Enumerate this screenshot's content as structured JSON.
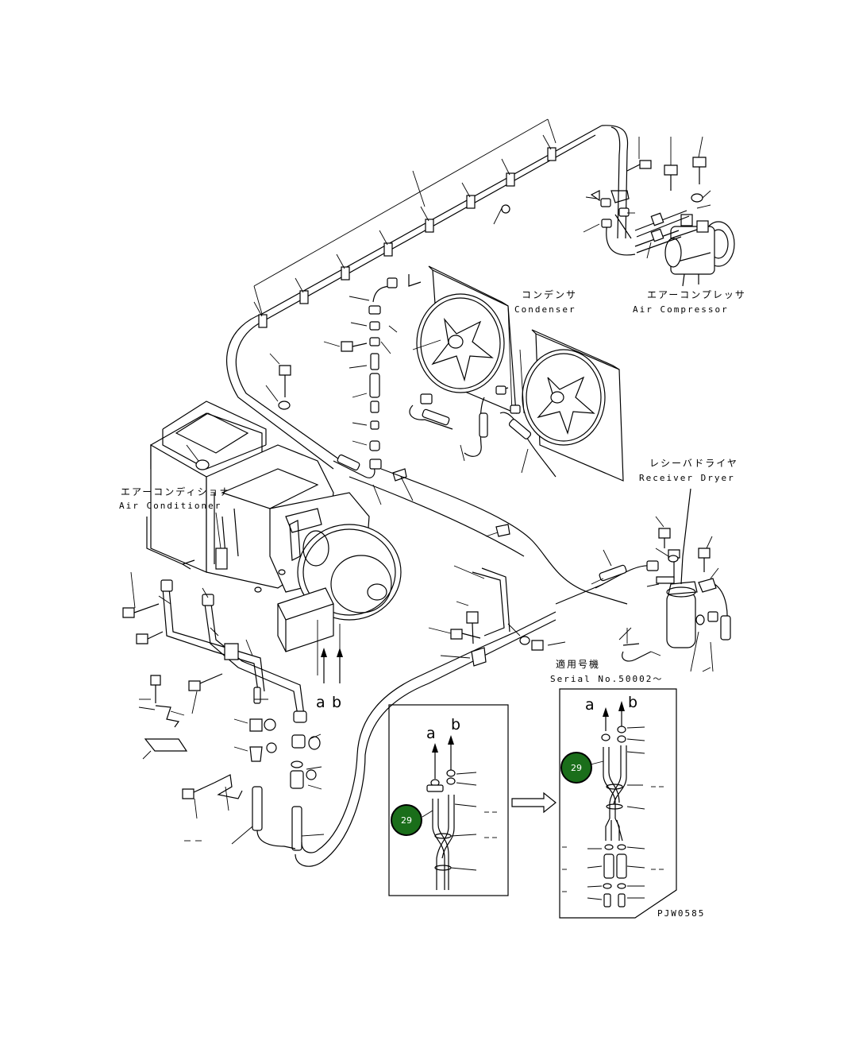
{
  "labels": {
    "condenser_jp": "コンデンサ",
    "condenser_en": "Condenser",
    "compressor_jp": "エアーコンプレッサ",
    "compressor_en": "Air Compressor",
    "receiver_jp": "レシーバドライヤ",
    "receiver_en": "Receiver Dryer",
    "aircon_jp": "エアーコンディショナ",
    "aircon_en": "Air Conditioner",
    "serial_jp": "適用号機",
    "serial_en": "Serial No.50002～",
    "drawing_code": "PJW0585"
  },
  "ports": {
    "a": "a",
    "b": "b"
  },
  "callouts": [
    {
      "number": "29",
      "color": "#1a6e1a"
    },
    {
      "number": "29",
      "color": "#1a6e1a"
    }
  ]
}
